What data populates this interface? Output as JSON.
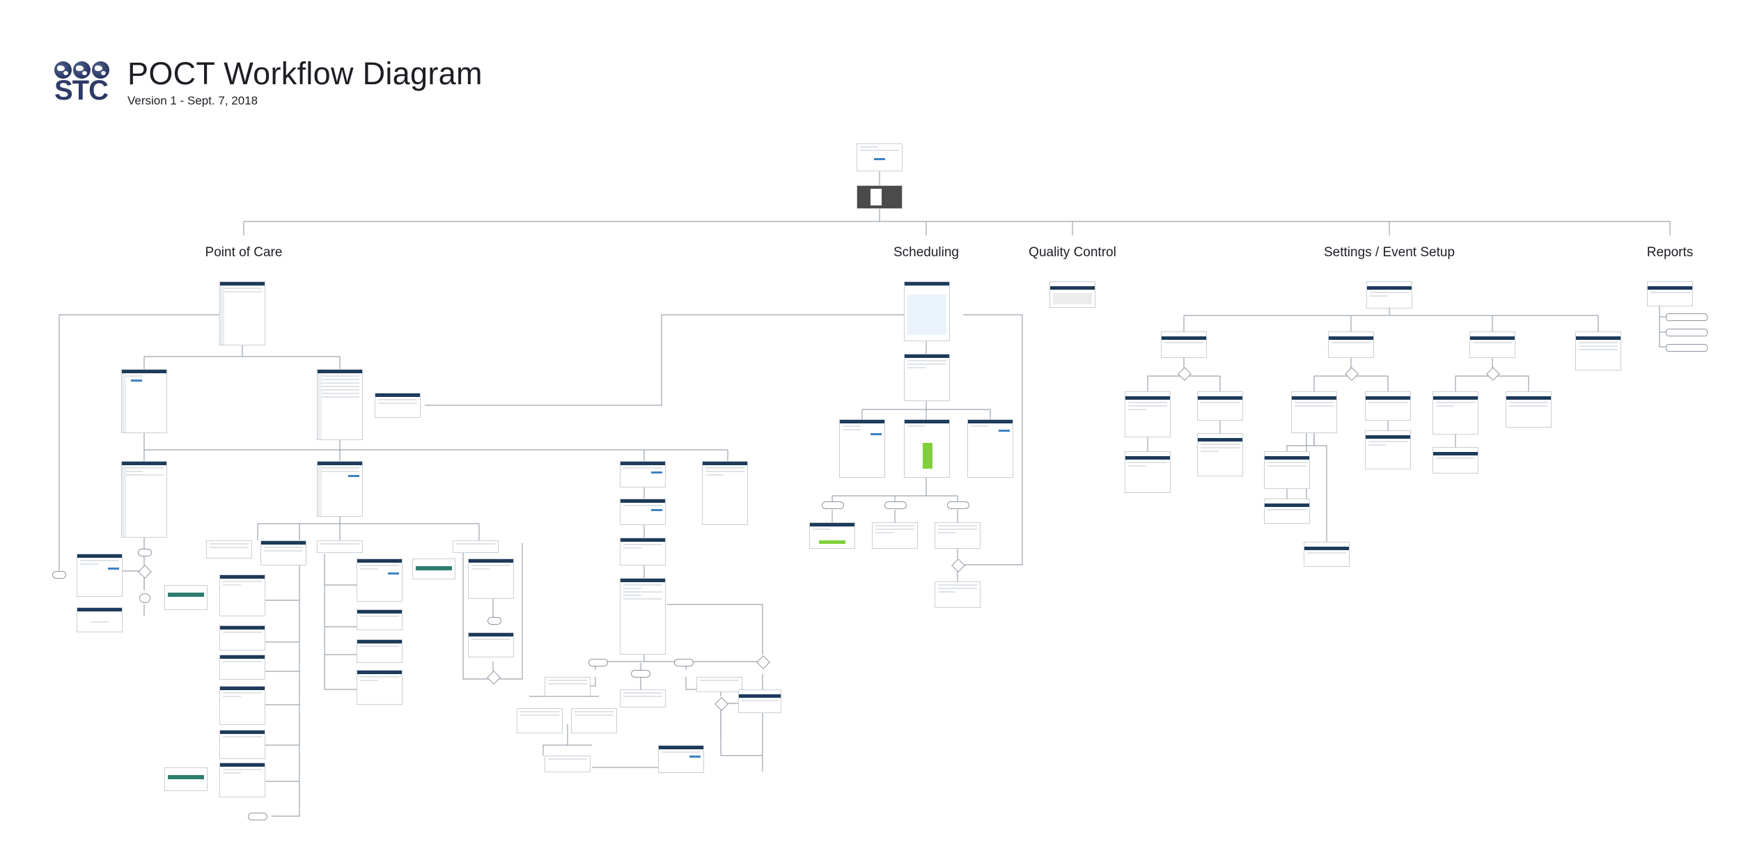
{
  "header": {
    "logo_text": "STC",
    "title": "POCT Workflow Diagram",
    "subtitle": "Version 1 - Sept. 7, 2018"
  },
  "sections": [
    {
      "key": "point-of-care",
      "label": "Point of Care"
    },
    {
      "key": "scheduling",
      "label": "Scheduling"
    },
    {
      "key": "quality-control",
      "label": "Quality Control"
    },
    {
      "key": "settings-event-setup",
      "label": "Settings / Event Setup"
    },
    {
      "key": "reports",
      "label": "Reports"
    }
  ],
  "colors": {
    "navy_bar": "#1d3b5a",
    "connector": "#9aa3ad",
    "accent_blue": "#3d82c4",
    "success_green": "#7fd03a",
    "logo_navy": "#2d3a66"
  }
}
